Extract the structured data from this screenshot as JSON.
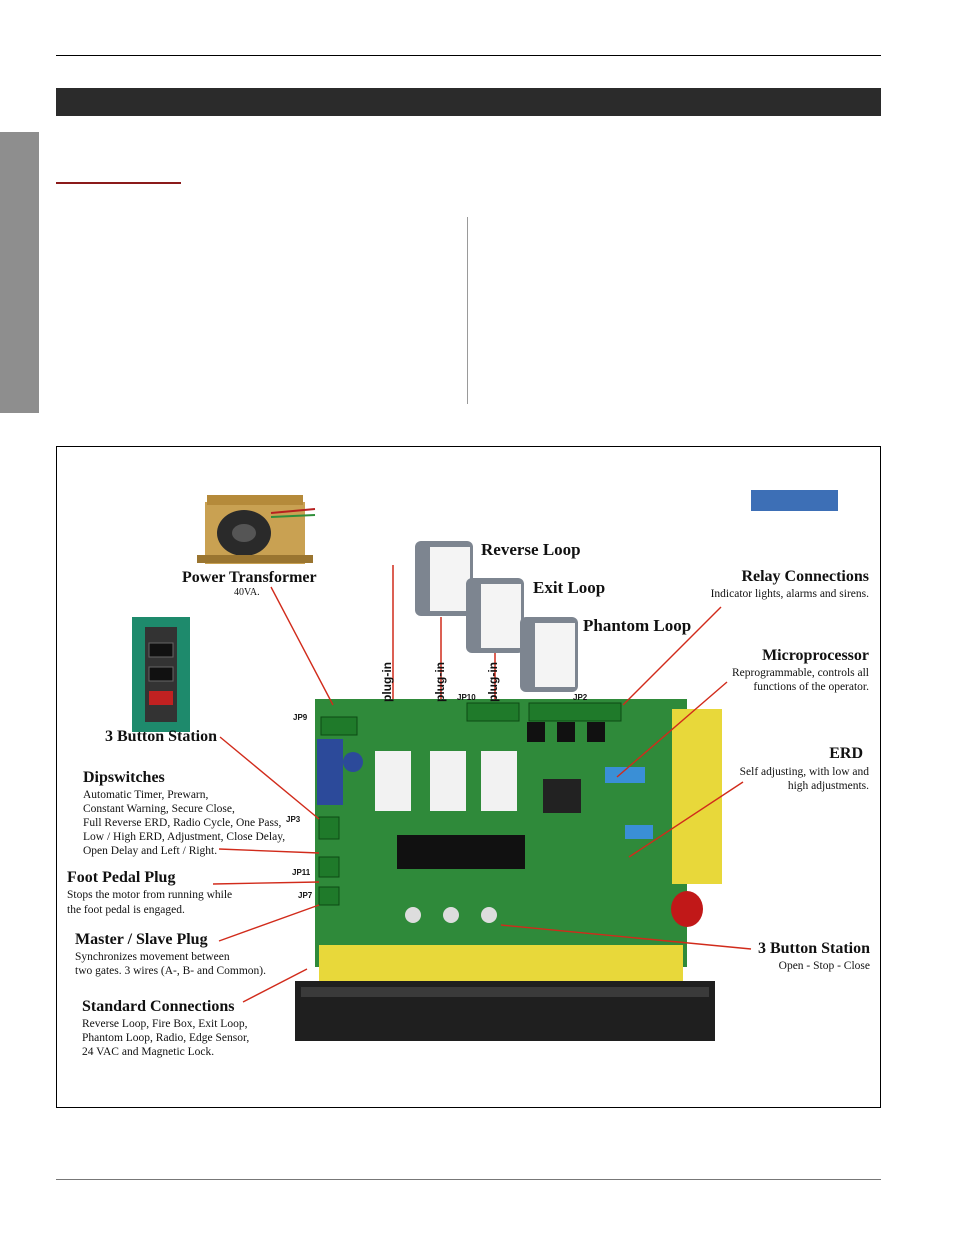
{
  "labels": {
    "power_transformer": {
      "title": "Power Transformer",
      "desc": "40VA."
    },
    "reverse_loop": "Reverse Loop",
    "exit_loop": "Exit Loop",
    "phantom_loop": "Phantom Loop",
    "relay": {
      "title": "Relay Connections",
      "desc": "Indicator lights, alarms and sirens."
    },
    "microprocessor": {
      "title": "Microprocessor",
      "desc1": "Reprogrammable, controls all",
      "desc2": "functions of the operator."
    },
    "erd": {
      "title": "ERD",
      "desc1": "Self adjusting, with low and",
      "desc2": "high adjustments."
    },
    "three_button_left": "3 Button Station",
    "dipswitches": {
      "title": "Dipswitches",
      "lines": [
        "Automatic Timer, Prewarn,",
        "Constant Warning, Secure Close,",
        "Full Reverse ERD, Radio Cycle, One Pass,",
        "Low / High ERD, Adjustment, Close Delay,",
        "Open Delay and Left / Right."
      ]
    },
    "foot_pedal": {
      "title": "Foot Pedal Plug",
      "desc1": "Stops the motor from running while",
      "desc2": "the foot pedal is engaged."
    },
    "master_slave": {
      "title": "Master / Slave Plug",
      "desc1": "Synchronizes movement between",
      "desc2": "two gates.  3 wires (A-, B- and Common)."
    },
    "standard": {
      "title": "Standard Connections",
      "lines": [
        "Reverse Loop, Fire Box, Exit Loop,",
        "Phantom Loop, Radio, Edge Sensor,",
        "24 VAC and Magnetic Lock."
      ]
    },
    "three_button_right": {
      "title": "3 Button Station",
      "desc": "Open - Stop - Close"
    },
    "plugin": "plug-in",
    "jp": {
      "jp9": "JP9",
      "jp10": "JP10",
      "jp2": "JP2",
      "jp3": "JP3",
      "jp11": "JP11",
      "jp7": "JP7"
    }
  },
  "colors": {
    "board": "#2f8a3a",
    "yellow": "#e8d83a",
    "leader": "#d12b1b",
    "tag": "#3d6fb6",
    "bar": "#2b2b2b"
  }
}
